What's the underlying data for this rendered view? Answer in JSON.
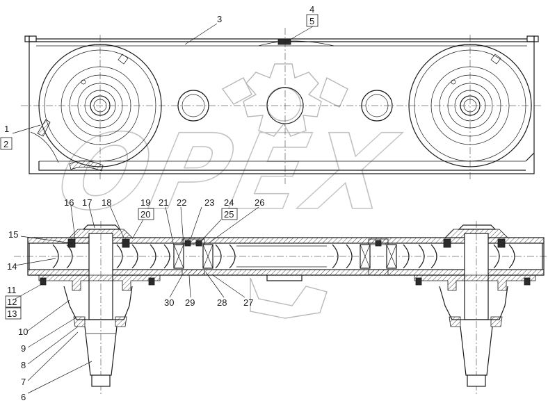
{
  "watermark": {
    "text": "OPEX",
    "color": "#c4c4c4"
  },
  "callouts": [
    {
      "id": "c1",
      "text": "1"
    },
    {
      "id": "c2",
      "text": "2",
      "boxed": true
    },
    {
      "id": "c3",
      "text": "3"
    },
    {
      "id": "c4",
      "text": "4"
    },
    {
      "id": "c5",
      "text": "5",
      "boxed": true
    },
    {
      "id": "c6",
      "text": "6"
    },
    {
      "id": "c7",
      "text": "7"
    },
    {
      "id": "c8",
      "text": "8"
    },
    {
      "id": "c9",
      "text": "9"
    },
    {
      "id": "c10",
      "text": "10"
    },
    {
      "id": "c11",
      "text": "11"
    },
    {
      "id": "c12",
      "text": "12",
      "boxed": true
    },
    {
      "id": "c13",
      "text": "13",
      "boxed": true
    },
    {
      "id": "c14",
      "text": "14"
    },
    {
      "id": "c15",
      "text": "15"
    },
    {
      "id": "c16",
      "text": "16"
    },
    {
      "id": "c17",
      "text": "17"
    },
    {
      "id": "c18",
      "text": "18"
    },
    {
      "id": "c19",
      "text": "19"
    },
    {
      "id": "c20",
      "text": "20",
      "boxed": true
    },
    {
      "id": "c21",
      "text": "21"
    },
    {
      "id": "c22",
      "text": "22"
    },
    {
      "id": "c23",
      "text": "23"
    },
    {
      "id": "c24",
      "text": "24"
    },
    {
      "id": "c25",
      "text": "25",
      "boxed": true
    },
    {
      "id": "c26",
      "text": "26"
    },
    {
      "id": "c27",
      "text": "27"
    },
    {
      "id": "c28",
      "text": "28"
    },
    {
      "id": "c29",
      "text": "29"
    },
    {
      "id": "c30",
      "text": "30"
    }
  ]
}
